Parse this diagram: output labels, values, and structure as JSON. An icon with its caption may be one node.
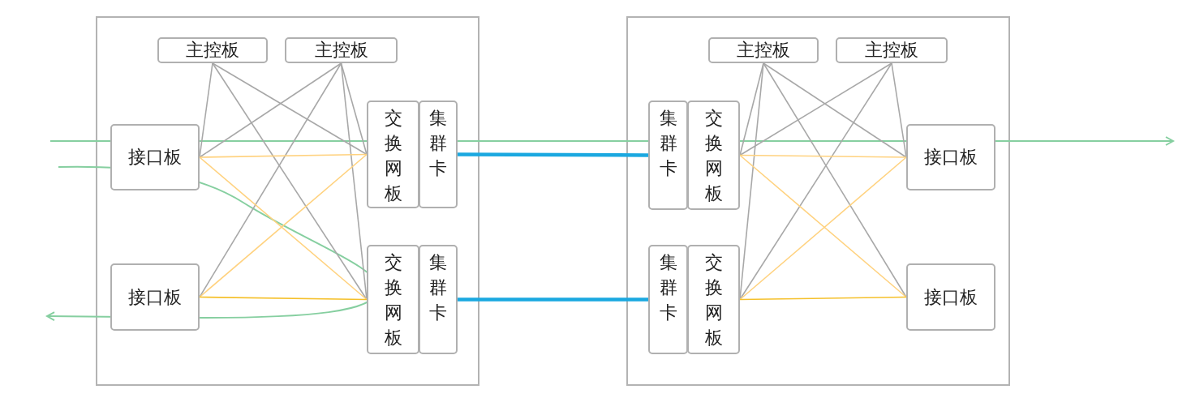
{
  "diagram": {
    "nodes": [
      {
        "text": [],
        "shape": "box"
      },
      {
        "text": [
          "主控板"
        ],
        "in": 0
      },
      {
        "text": [
          "主控板"
        ],
        "in": 0
      },
      {
        "text": [
          "接口板"
        ],
        "in": 0
      },
      {
        "text": [
          "交换网板"
        ],
        "in": 0
      },
      {
        "text": [
          "集群卡"
        ],
        "in": 0
      },
      {
        "text": [
          "接口板"
        ],
        "in": 0
      },
      {
        "text": [
          "交换网板"
        ],
        "in": 0
      },
      {
        "text": [
          "集群卡"
        ],
        "in": 0
      },
      {
        "text": [],
        "shape": "box"
      },
      {
        "text": [
          "主控板"
        ],
        "in": 9
      },
      {
        "text": [
          "主控板"
        ],
        "in": 9
      },
      {
        "text": [
          "集群卡"
        ],
        "in": 9
      },
      {
        "text": [
          "交换网板"
        ],
        "in": 9
      },
      {
        "text": [
          "接口板"
        ],
        "in": 9
      },
      {
        "text": [
          "集群卡"
        ],
        "in": 9
      },
      {
        "text": [
          "交换网板"
        ],
        "in": 9
      },
      {
        "text": [
          "接口板"
        ],
        "in": 9
      }
    ],
    "edges": [
      {
        "from": 1,
        "to": 3,
        "arrow": "none"
      },
      {
        "from": 1,
        "to": 4,
        "arrow": "none"
      },
      {
        "from": 1,
        "to": 7,
        "arrow": "none"
      },
      {
        "from": 2,
        "to": 3,
        "arrow": "none"
      },
      {
        "from": 2,
        "to": 6,
        "arrow": "none"
      },
      {
        "from": 2,
        "to": 4,
        "arrow": "none"
      },
      {
        "from": 2,
        "to": 7,
        "arrow": "none"
      },
      {
        "from": 3,
        "to": 4,
        "arrow": "none",
        "color": "#ffd27f"
      },
      {
        "from": 3,
        "to": 7,
        "arrow": "none",
        "color": "#ffd27f"
      },
      {
        "from": 6,
        "to": 4,
        "arrow": "none",
        "color": "#ffd27f"
      },
      {
        "from": 6,
        "to": 7,
        "arrow": "none",
        "color": "#f5c02a"
      },
      {
        "from": 5,
        "to": 12,
        "arrow": "none",
        "color": "#1aa8e0",
        "style": "thick"
      },
      {
        "from": 8,
        "to": 15,
        "arrow": "none",
        "color": "#1aa8e0",
        "style": "thick"
      },
      {
        "from": 10,
        "to": 13,
        "arrow": "none"
      },
      {
        "from": 10,
        "to": 16,
        "arrow": "none"
      },
      {
        "from": 10,
        "to": 14,
        "arrow": "none"
      },
      {
        "from": 10,
        "to": 17,
        "arrow": "none"
      },
      {
        "from": 11,
        "to": 13,
        "arrow": "none"
      },
      {
        "from": 11,
        "to": 16,
        "arrow": "none"
      },
      {
        "from": 11,
        "to": 14,
        "arrow": "none"
      },
      {
        "from": 13,
        "to": 14,
        "arrow": "none",
        "color": "#ffd27f"
      },
      {
        "from": 13,
        "to": 17,
        "arrow": "none",
        "color": "#ffd27f"
      },
      {
        "from": 16,
        "to": 14,
        "arrow": "none",
        "color": "#ffd27f"
      },
      {
        "from": 16,
        "to": 17,
        "arrow": "none",
        "color": "#f5c02a"
      }
    ]
  }
}
